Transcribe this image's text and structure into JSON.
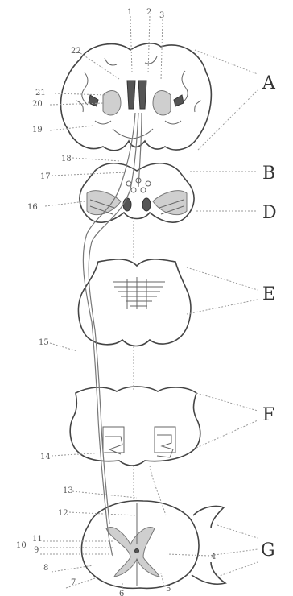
{
  "section_labels": [
    "A",
    "B",
    "D",
    "E",
    "F",
    "G"
  ],
  "structure_numbers": [
    "1",
    "2",
    "3",
    "4",
    "5",
    "6",
    "7",
    "8",
    "9",
    "10",
    "11",
    "12",
    "13",
    "14",
    "15",
    "16",
    "17",
    "18",
    "19",
    "20",
    "21",
    "22"
  ]
}
